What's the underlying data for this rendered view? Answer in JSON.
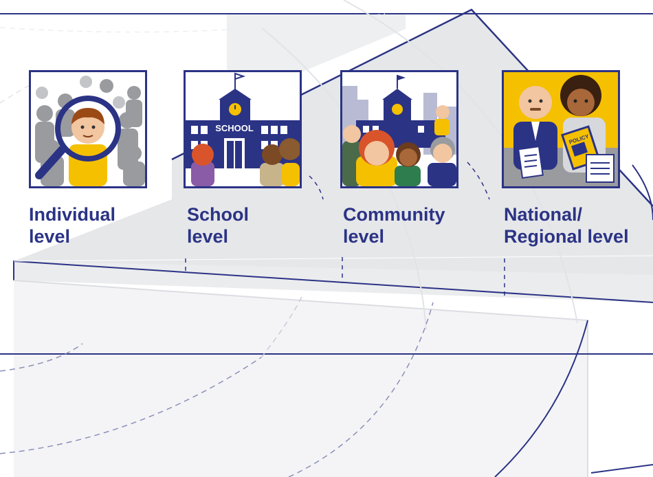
{
  "levels": [
    {
      "line1": "Individual",
      "line2": "level",
      "icon": "magnifier-person-icon"
    },
    {
      "line1": "School",
      "line2": "level",
      "icon": "school-building-icon"
    },
    {
      "line1": "Community",
      "line2": "level",
      "icon": "community-icon"
    },
    {
      "line1": "National/",
      "line2": "Regional level",
      "icon": "policy-officials-icon"
    }
  ],
  "card_images": {
    "school_sign": "SCHOOL",
    "policy_book": "POLICY"
  },
  "colors": {
    "navy": "#2b3385",
    "yellow": "#f5c000",
    "grey_panel": "#e6e7e9",
    "dashed": "#8a8fb8"
  }
}
